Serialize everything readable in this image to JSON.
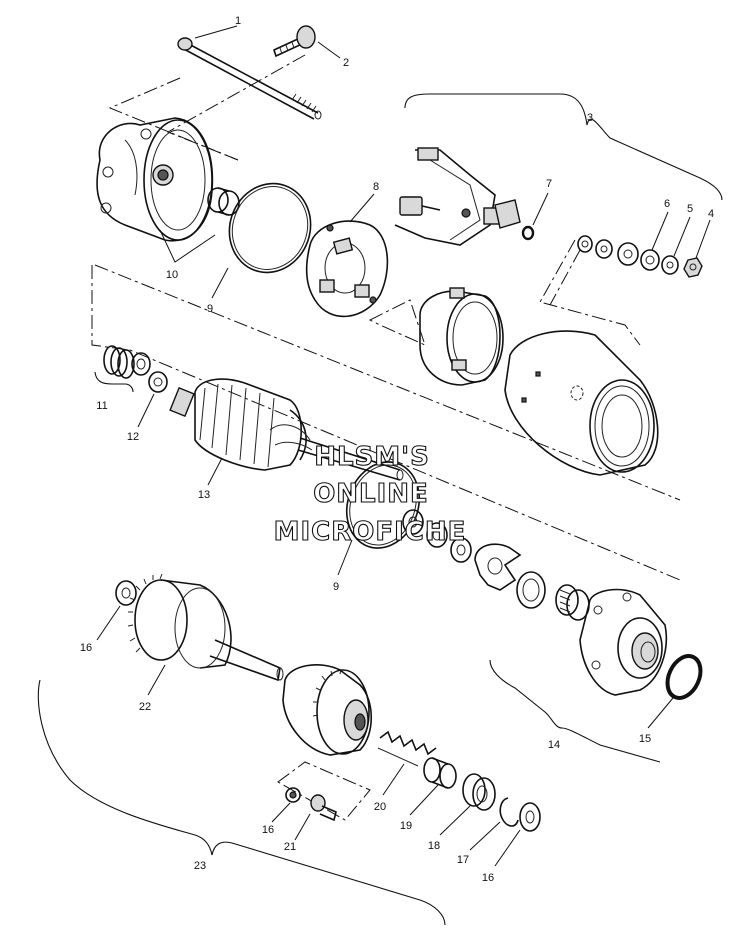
{
  "watermark": {
    "line1": "HLSM'S",
    "line2": "ONLINE",
    "line3": "MICROFICHE"
  },
  "callouts": {
    "c1": "1",
    "c2": "2",
    "c3": "3",
    "c4": "4",
    "c5": "5",
    "c6": "6",
    "c7": "7",
    "c8": "8",
    "c9a": "9",
    "c9b": "9",
    "c10": "10",
    "c11": "11",
    "c12": "12",
    "c13": "13",
    "c14": "14",
    "c15": "15",
    "c16a": "16",
    "c16b": "16",
    "c16c": "16",
    "c17": "17",
    "c18": "18",
    "c19": "19",
    "c20": "20",
    "c21": "21",
    "c22": "22",
    "c23": "23"
  }
}
